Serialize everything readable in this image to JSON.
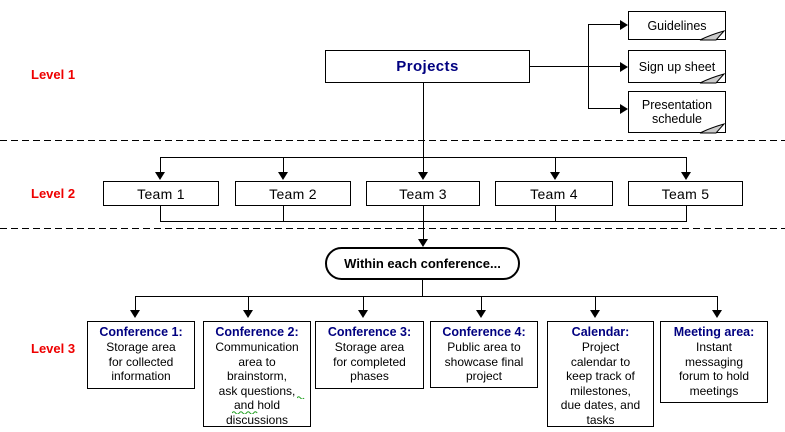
{
  "colors": {
    "title_navy": "#000080",
    "level_label_red": "#ee0000",
    "line_black": "#000000",
    "note_flap_gray": "#cccccc",
    "spellcheck_green": "#1e9e1e"
  },
  "levels": {
    "l1": "Level 1",
    "l2": "Level 2",
    "l3": "Level 3"
  },
  "root": {
    "label": "Projects"
  },
  "notes": [
    {
      "label": "Guidelines"
    },
    {
      "label": "Sign up sheet"
    },
    {
      "label": "Presentation schedule"
    }
  ],
  "teams": [
    {
      "label": "Team 1"
    },
    {
      "label": "Team 2"
    },
    {
      "label": "Team 3"
    },
    {
      "label": "Team 4"
    },
    {
      "label": "Team 5"
    }
  ],
  "conference_intro": {
    "label": "Within each conference..."
  },
  "areas": [
    {
      "title": "Conference 1:",
      "body": "Storage area\nfor collected\ninformation"
    },
    {
      "title": "Conference 2:",
      "body": "Communication\narea to\nbrainstorm,\nask questions,\nand hold\ndiscussions"
    },
    {
      "title": "Conference 3:",
      "body": "Storage area\nfor completed\nphases"
    },
    {
      "title": "Conference 4:",
      "body": "Public area to\nshowcase final\nproject"
    },
    {
      "title": "Calendar:",
      "body": "Project\ncalendar to\nkeep track of\nmilestones,\ndue dates, and\ntasks"
    },
    {
      "title": "Meeting area:",
      "body": "Instant\nmessaging\nforum to hold\nmeetings"
    }
  ]
}
